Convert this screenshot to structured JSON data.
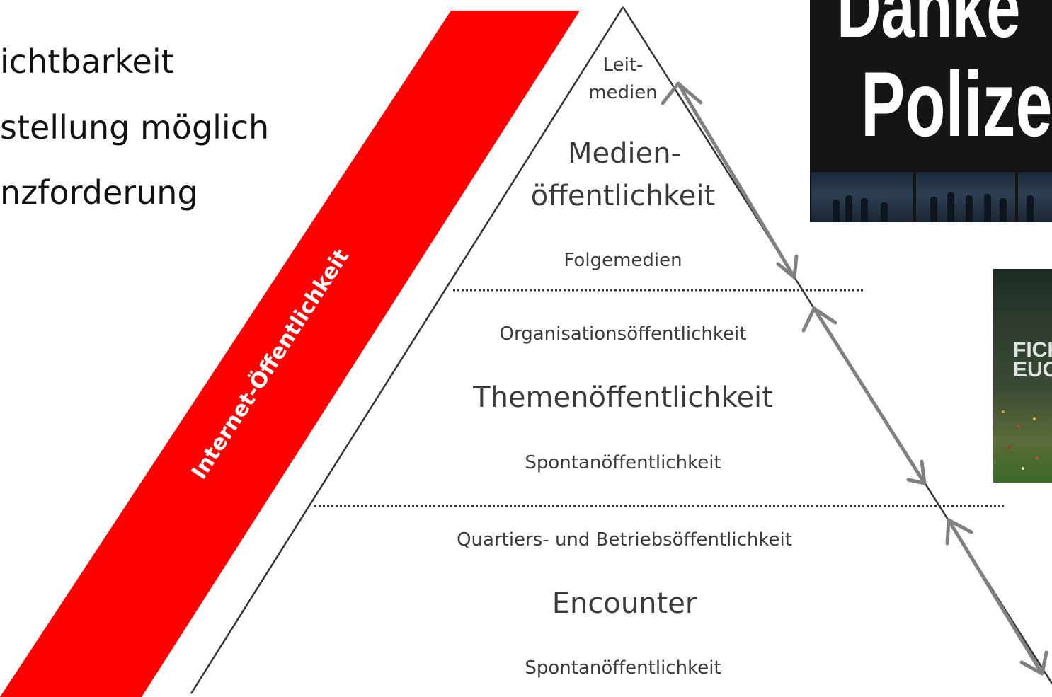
{
  "bullets": [
    "ichtbarkeit",
    "stellung möglich",
    "nzforderung"
  ],
  "internet_band": {
    "label": "Internet-Öffentlichkeit",
    "color": "#ff0000"
  },
  "pyramid": {
    "levels": [
      {
        "name": "top",
        "minor_top": "Leit-",
        "minor_top_2": "medien",
        "main": "Medien-",
        "main_2": "öffentlichkeit",
        "minor_bottom": "Folgemedien"
      },
      {
        "name": "middle",
        "minor_top": "Organisationsöffentlichkeit",
        "main": "Themenöffentlichkeit",
        "minor_bottom": "Spontanöffentlichkeit"
      },
      {
        "name": "bottom",
        "minor_top": "Quartiers- und Betriebsöffentlichkeit",
        "main": "Encounter",
        "minor_bottom": "Spontanöffentlichkeit"
      }
    ],
    "line_color": "#333333",
    "arrow_color": "#808080"
  },
  "photos": {
    "newspaper_headline_1": "Danke",
    "newspaper_headline_2": "Polize",
    "stadium_banner_1": "FICK",
    "stadium_banner_2": "EUC"
  }
}
